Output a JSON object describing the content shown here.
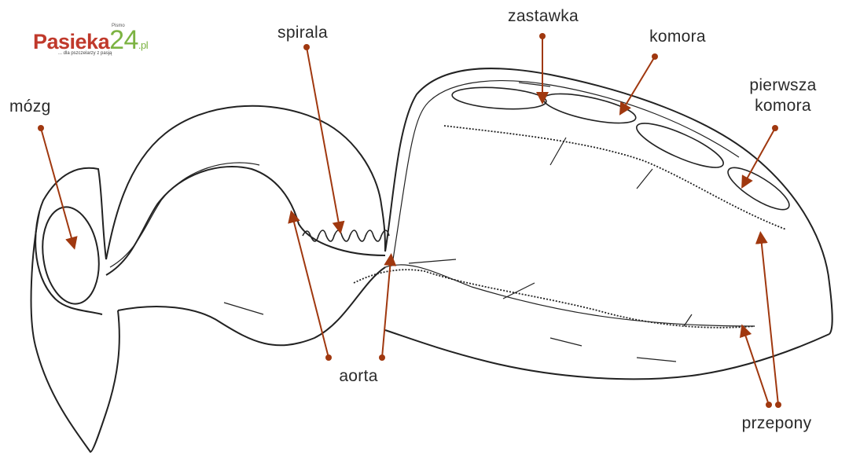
{
  "logo": {
    "small_text": "Pismo",
    "brand": "Pasieka",
    "number": "24",
    "tld": ".pl",
    "tagline": "... dla pszczelarzy z pasją"
  },
  "labels": {
    "mozg": "mózg",
    "spirala": "spirala",
    "zastawka": "zastawka",
    "komora": "komora",
    "pierwsza_komora_line1": "pierwsza",
    "pierwsza_komora_line2": "komora",
    "aorta": "aorta",
    "przepony": "przepony"
  },
  "colors": {
    "pointer": "#a0380f",
    "outline": "#222222",
    "label_text": "#2a2a2a",
    "logo_red": "#c0392b",
    "logo_green": "#7cb342"
  }
}
